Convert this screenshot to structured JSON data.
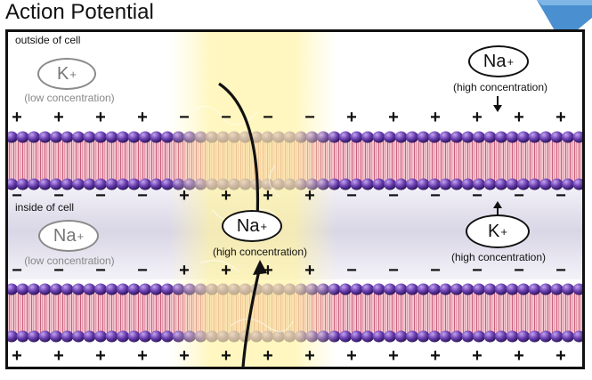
{
  "title": "Action Potential",
  "labels": {
    "outside": "outside of cell",
    "inside": "inside of cell"
  },
  "ions": {
    "k_outside": {
      "symbol": "K",
      "charge": "+",
      "concentration": "(low concentration)",
      "style": "muted"
    },
    "na_outside": {
      "symbol": "Na",
      "charge": "+",
      "concentration": "(high concentration)",
      "style": "bold"
    },
    "na_center": {
      "symbol": "Na",
      "charge": "+",
      "concentration": "(high concentration)",
      "style": "bold"
    },
    "na_inside": {
      "symbol": "Na",
      "charge": "+",
      "concentration": "(low concentration)",
      "style": "muted"
    },
    "k_inside": {
      "symbol": "K",
      "charge": "+",
      "concentration": "(high concentration)",
      "style": "bold"
    }
  },
  "charge_rows": {
    "row1": [
      "+",
      "+",
      "+",
      "+",
      "−",
      "−",
      "−",
      "−",
      "+",
      "+",
      "+",
      "+",
      "+",
      "+"
    ],
    "row2": [
      "−",
      "−",
      "−",
      "−",
      "+",
      "+",
      "+",
      "+",
      "−",
      "−",
      "−",
      "−",
      "−",
      "−"
    ],
    "row3": [
      "−",
      "−",
      "−",
      "−",
      "+",
      "+",
      "+",
      "+",
      "−",
      "−",
      "−",
      "−",
      "−",
      "−"
    ],
    "row4": [
      "+",
      "+",
      "+",
      "+",
      "+",
      "+",
      "+",
      "+",
      "+",
      "+",
      "+",
      "+",
      "+",
      "+"
    ]
  },
  "colors": {
    "depolarized_glow": "#fff3a0",
    "phospholipid_head": "#6a3fb0",
    "lipid_tail": "#e0879e",
    "cytoplasm": "#d9d6e6",
    "corner_accent": "#4a90d0"
  }
}
